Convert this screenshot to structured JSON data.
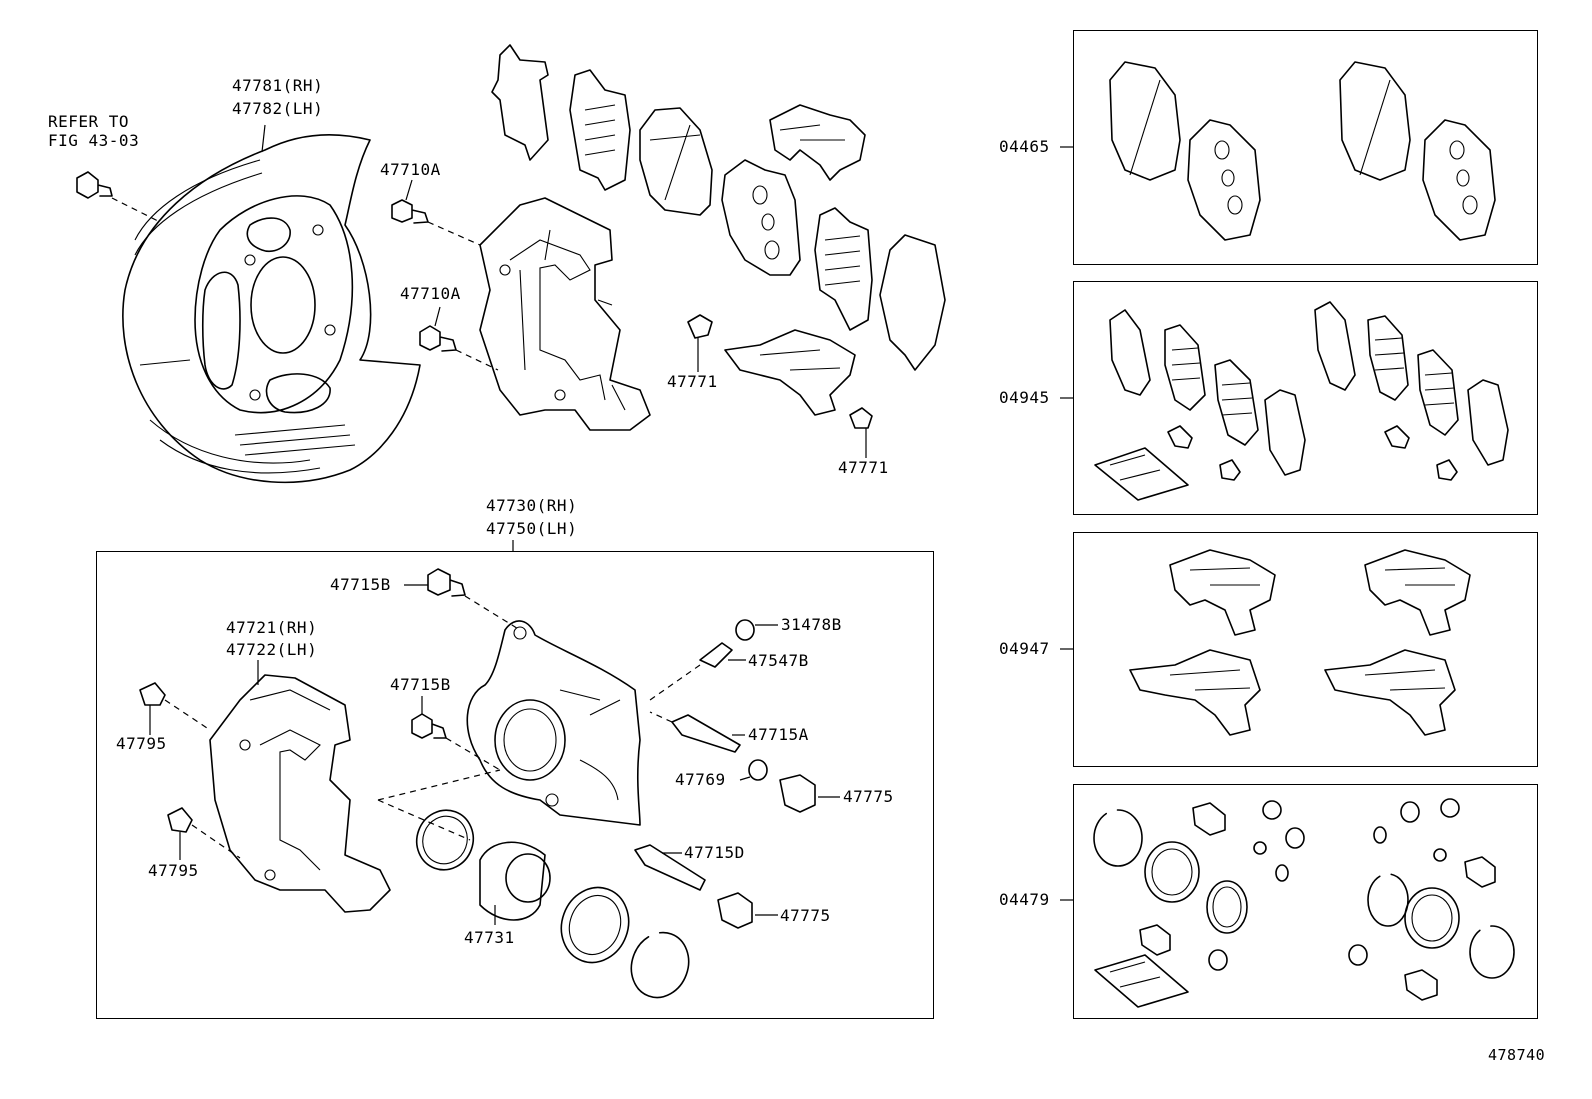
{
  "labels": {
    "refer_to": "REFER TO",
    "fig": "FIG 43-03",
    "p47781": "47781(RH)",
    "p47782": "47782(LH)",
    "p47710a_1": "47710A",
    "p47710a_2": "47710A",
    "p47771_1": "47771",
    "p47771_2": "47771",
    "p47730": "47730(RH)",
    "p47750": "47750(LH)",
    "p47715b_1": "47715B",
    "p47715b_2": "47715B",
    "p31478b": "31478B",
    "p47547b": "47547B",
    "p47721": "47721(RH)",
    "p47722": "47722(LH)",
    "p47795_1": "47795",
    "p47795_2": "47795",
    "p47715a": "47715A",
    "p47769": "47769",
    "p47775_1": "47775",
    "p47775_2": "47775",
    "p47715d": "47715D",
    "p47731": "47731",
    "k04465": "04465",
    "k04945": "04945",
    "k04947": "04947",
    "k04479": "04479",
    "diagram_id": "478740"
  }
}
